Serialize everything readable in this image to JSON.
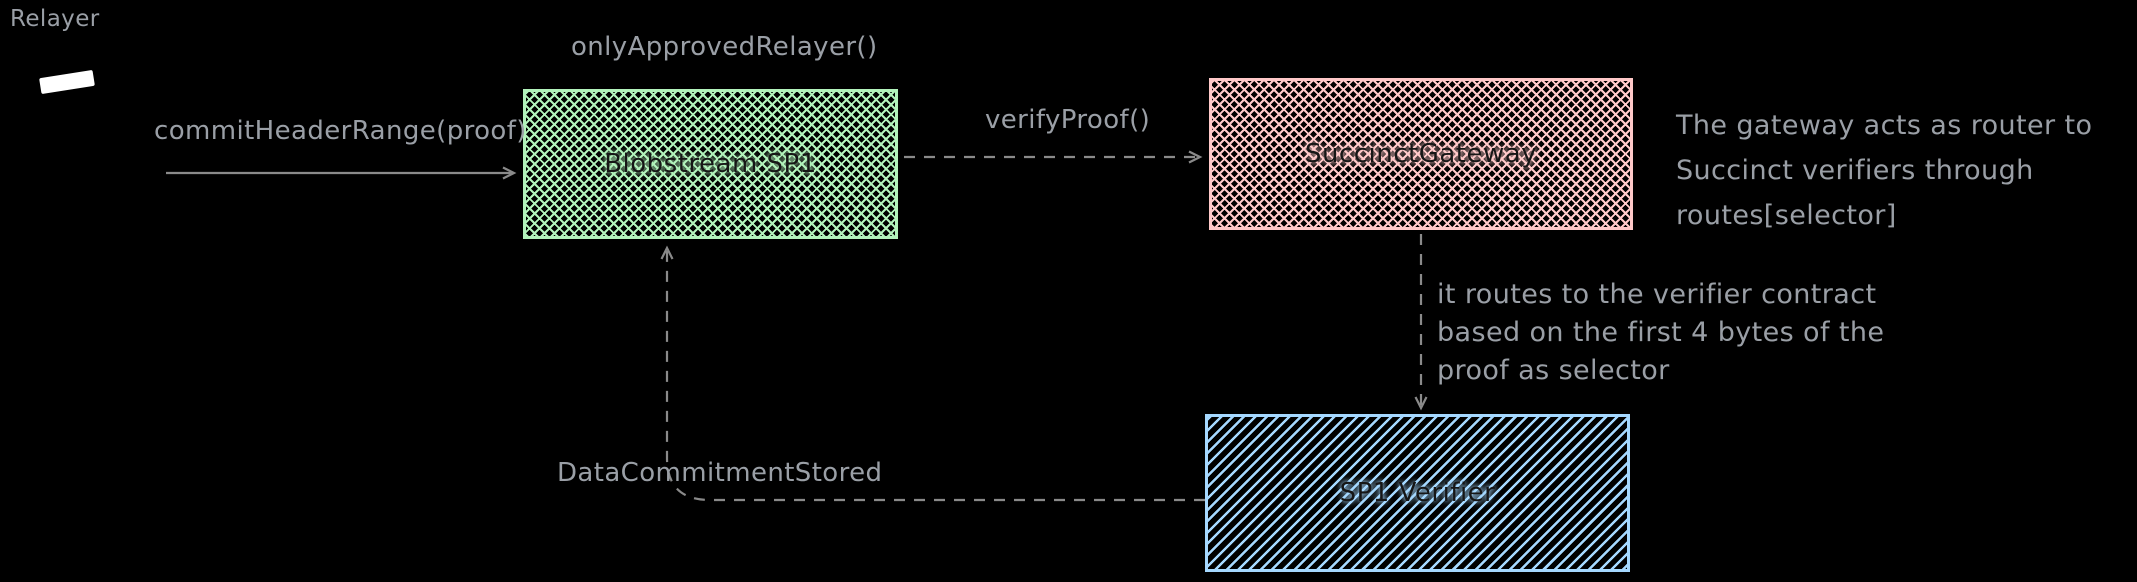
{
  "canvas": {
    "bg": "#000000",
    "text_color": "#9a9fa6",
    "edge_color": "#8a8a8a"
  },
  "actor": {
    "label": "Relayer",
    "shape_color": "#ffffff"
  },
  "nodes": {
    "blobstream": {
      "label": "Blobstream SP1",
      "color": "#b2f2bb"
    },
    "gateway": {
      "label": "SuccinctGateway",
      "color": "#ffc9c9"
    },
    "verifier": {
      "label": "SP1 Verifier",
      "color": "#a5d8ff"
    }
  },
  "edges": {
    "commit_header_range": {
      "label": "commitHeaderRange(proof)",
      "style": "solid"
    },
    "only_approved_relayer": {
      "label": "onlyApprovedRelayer()"
    },
    "verify_proof": {
      "label": "verifyProof()",
      "style": "dashed"
    },
    "route_to_verifier": {
      "style": "dashed"
    },
    "data_commitment_stored": {
      "label": "DataCommitmentStored",
      "style": "dashed"
    }
  },
  "notes": {
    "gateway_note": {
      "lines": [
        "The gateway acts as router to",
        "Succinct verifiers through",
        "routes[selector]"
      ]
    },
    "routing_note": {
      "lines": [
        "it routes to the verifier contract",
        "based on the first 4 bytes of the",
        "proof as selector"
      ]
    }
  }
}
